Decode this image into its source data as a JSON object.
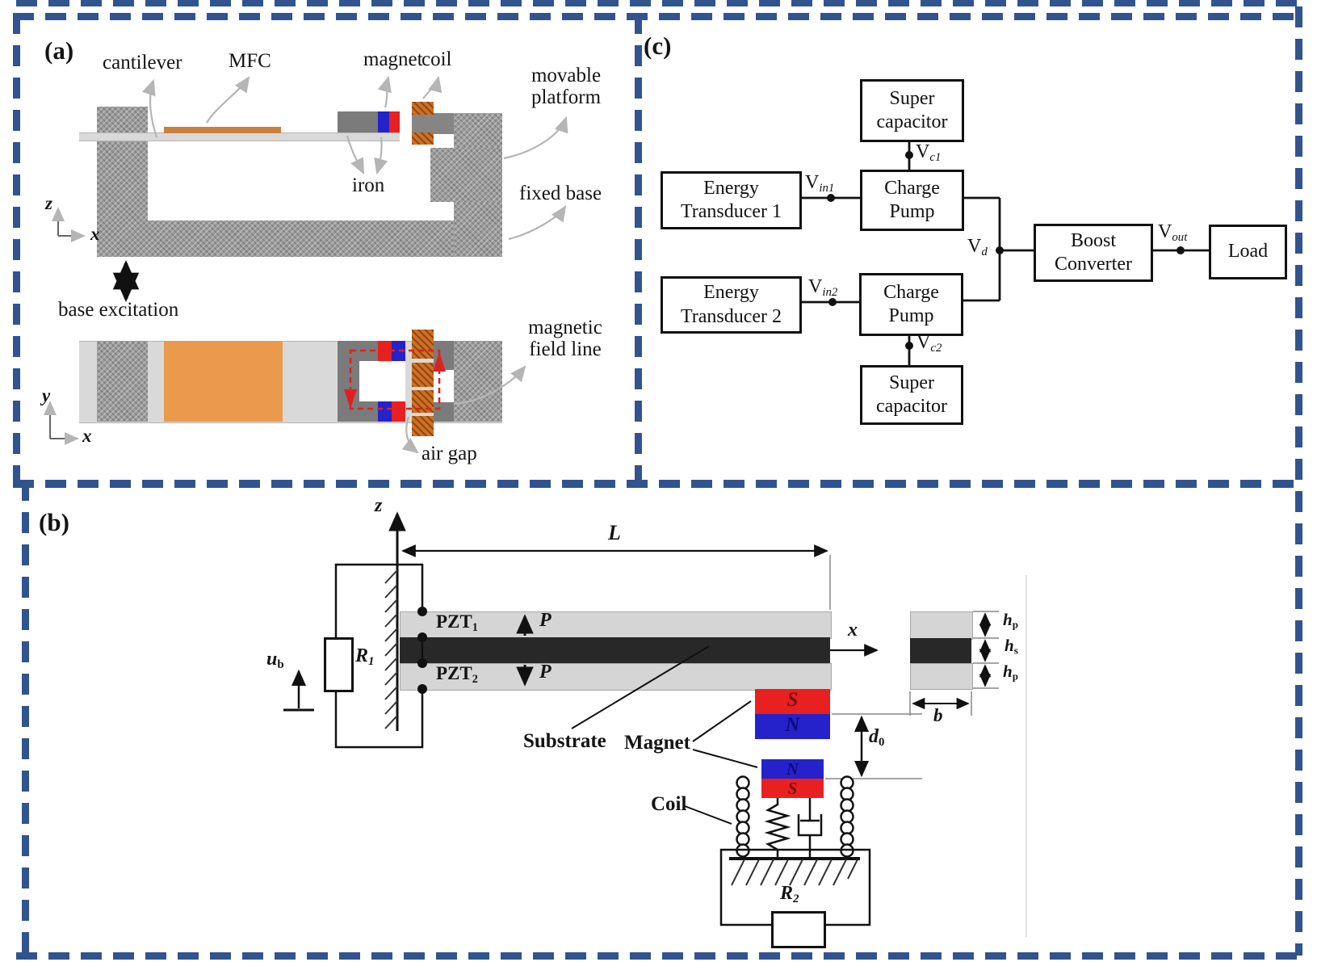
{
  "figure": {
    "colors": {
      "border_blue": "#31548f",
      "magnet_red": "#e8201f",
      "magnet_blue": "#2522cc",
      "coil_orange": "#d07023",
      "mfc_orange": "#eb9a4d",
      "mfc_tan": "#c9813f",
      "field_line_red": "#e02020",
      "structure_gray": "#9c9c9c",
      "beam_gray": "#d9d9d9",
      "substrate_black": "#282828"
    }
  },
  "panel_a": {
    "tag": "(a)",
    "labels": {
      "cantilever": "cantilever",
      "mfc": "MFC",
      "magnet": "magnet",
      "coil": "coil",
      "movable_platform_l1": "movable",
      "movable_platform_l2": "platform",
      "fixed_base": "fixed base",
      "iron": "iron",
      "base_excitation": "base excitation",
      "magnetic_field_l1": "magnetic",
      "magnetic_field_l2": "field line",
      "air_gap": "air gap",
      "axis_side_vertical": "z",
      "axis_side_horizontal": "x",
      "axis_top_vertical": "y",
      "axis_top_horizontal": "x"
    }
  },
  "panel_b": {
    "tag": "(b)",
    "axis": {
      "z": "z",
      "x": "x"
    },
    "dims": {
      "L": "L",
      "d0": {
        "main": "d",
        "sub": "0"
      },
      "hp_top": {
        "main": "h",
        "sub": "p"
      },
      "hs": {
        "main": "h",
        "sub": "s"
      },
      "hp_bottom": {
        "main": "h",
        "sub": "p"
      },
      "b": "b"
    },
    "layers": {
      "pzt1": {
        "main": "PZT",
        "sub": "1"
      },
      "pzt2": {
        "main": "PZT",
        "sub": "2"
      },
      "substrate": "Substrate"
    },
    "polarization": {
      "top": "P",
      "bottom": "P"
    },
    "circuit": {
      "r1": {
        "main": "R",
        "sub": "1"
      },
      "r2": {
        "main": "R",
        "sub": "2"
      },
      "ub": {
        "main": "u",
        "sub": "b"
      }
    },
    "components": {
      "magnet": "Magnet",
      "coil": "Coil"
    },
    "magnet_poles": {
      "top_upper": "S",
      "top_lower": "N",
      "bottom_upper": "N",
      "bottom_lower": "S"
    }
  },
  "panel_c": {
    "tag": "(c)",
    "boxes": {
      "super_capacitor_1": {
        "l1": "Super",
        "l2": "capacitor"
      },
      "charge_pump_1": {
        "l1": "Charge",
        "l2": "Pump"
      },
      "energy_transducer_1": {
        "l1": "Energy",
        "l2": "Transducer 1"
      },
      "energy_transducer_2": {
        "l1": "Energy",
        "l2": "Transducer 2"
      },
      "charge_pump_2": {
        "l1": "Charge",
        "l2": "Pump"
      },
      "super_capacitor_2": {
        "l1": "Super",
        "l2": "capacitor"
      },
      "boost_converter": {
        "l1": "Boost",
        "l2": "Converter"
      },
      "load": {
        "l1": "Load"
      }
    },
    "voltages": {
      "vc1": {
        "main": "V",
        "sub": "c1"
      },
      "vin1": {
        "main": "V",
        "sub": "in1"
      },
      "vd": {
        "main": "V",
        "sub": "d"
      },
      "vout": {
        "main": "V",
        "sub": "out"
      },
      "vin2": {
        "main": "V",
        "sub": "in2"
      },
      "vc2": {
        "main": "V",
        "sub": "c2"
      }
    }
  }
}
